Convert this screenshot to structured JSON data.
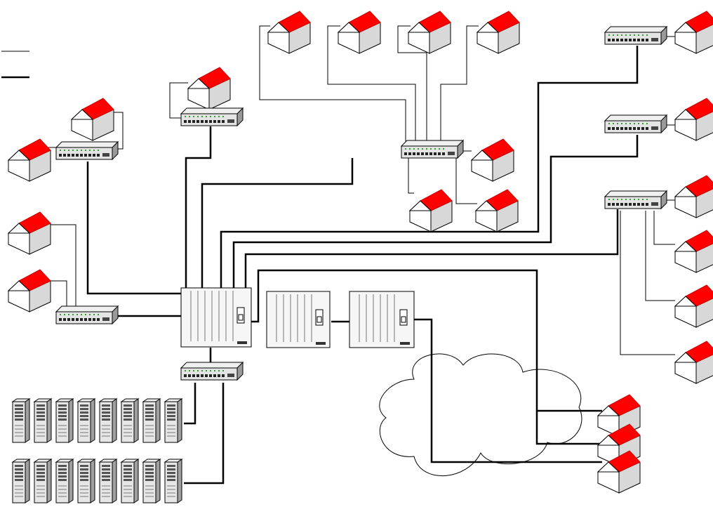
{
  "diagram": {
    "type": "network-topology",
    "legend": [
      {
        "style": "thin-line",
        "label": ""
      },
      {
        "style": "thick-line",
        "label": ""
      }
    ],
    "colors": {
      "roof": "#ff0000",
      "roof_edge": "#cc0000",
      "wall_front": "#ffffff",
      "wall_side": "#d8d8d8",
      "switch_top": "#f0f0f0",
      "switch_front": "#e4e4e4",
      "switch_side": "#9a9a9a",
      "port": "#222222",
      "led": "#2e9e2e",
      "rack_body": "#f6f6f6",
      "server_body": "#e6e6e6",
      "server_side": "#a0a0a0",
      "line": "#000000",
      "cloud_fill": "#ffffff"
    },
    "node_types": {
      "house": "house-icon",
      "switch": "network-switch-icon",
      "chassis": "chassis-switch-icon",
      "server": "server-tower-icon",
      "cloud": "cloud-icon"
    },
    "counts": {
      "houses": 21,
      "switches": 8,
      "chassis": 3,
      "servers": 16,
      "clouds": 1
    }
  }
}
